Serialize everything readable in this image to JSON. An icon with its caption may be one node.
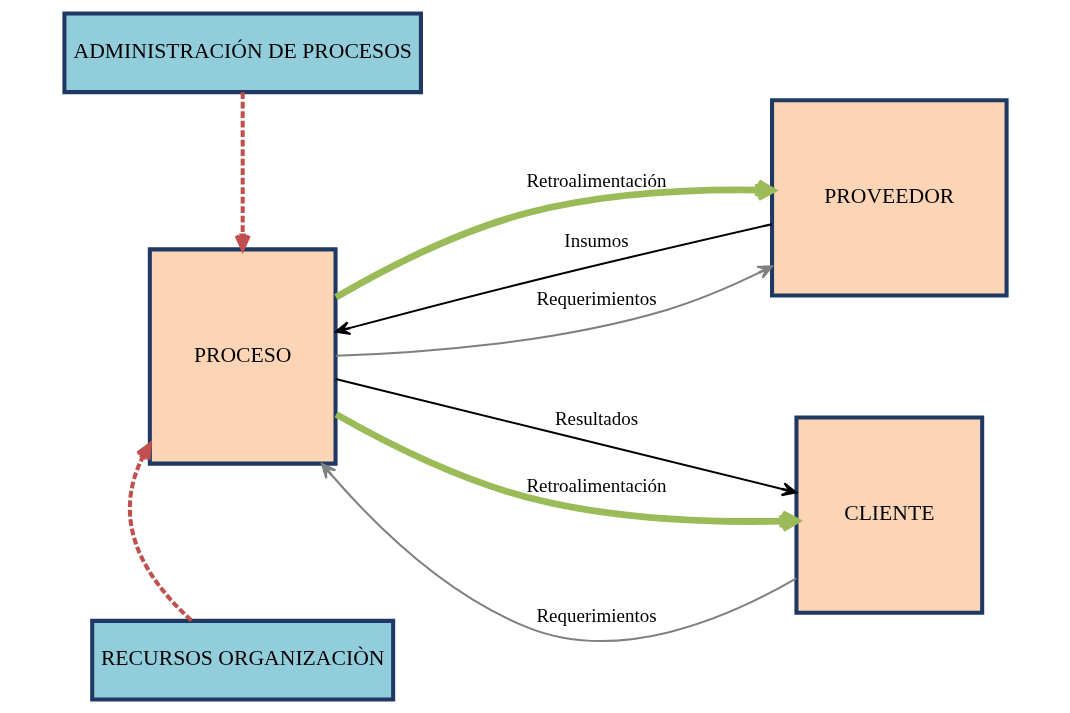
{
  "diagram": {
    "nodes": [
      {
        "text": [
          "ADMINISTRACIÓN DE PROCESOS"
        ]
      },
      {
        "text": [
          "PROVEEDOR"
        ]
      },
      {
        "text": [
          "PROCESO"
        ]
      },
      {
        "text": [
          "CLIENTE"
        ]
      },
      {
        "text": [
          "RECURSOS ORGANIZACIÒN"
        ]
      }
    ],
    "edges": [
      {
        "from": 0,
        "to": 2,
        "arrow": "to",
        "style": "dashed",
        "color": "#c0504d"
      },
      {
        "from": 2,
        "to": 1,
        "arrow": "to",
        "label": "Requerimientos",
        "color": "#808080"
      },
      {
        "from": 1,
        "to": 2,
        "arrow": "to",
        "label": "Insumos",
        "color": "#000000"
      },
      {
        "from": 3,
        "to": 2,
        "arrow": "to",
        "label": "Requerimientos",
        "color": "#808080"
      },
      {
        "from": 2,
        "to": 3,
        "arrow": "to",
        "label": "Resultados",
        "color": "#000000"
      },
      {
        "from": 2,
        "to": 1,
        "arrow": "to",
        "label": "Retroalimentación",
        "color": "#9bbb59",
        "style": "thick"
      },
      {
        "from": 2,
        "to": 3,
        "arrow": "to",
        "label": "Retroalimentación",
        "color": "#9bbb59",
        "style": "thick"
      },
      {
        "from": 4,
        "to": 2,
        "arrow": "to",
        "style": "dashed",
        "color": "#c0504d"
      }
    ]
  }
}
